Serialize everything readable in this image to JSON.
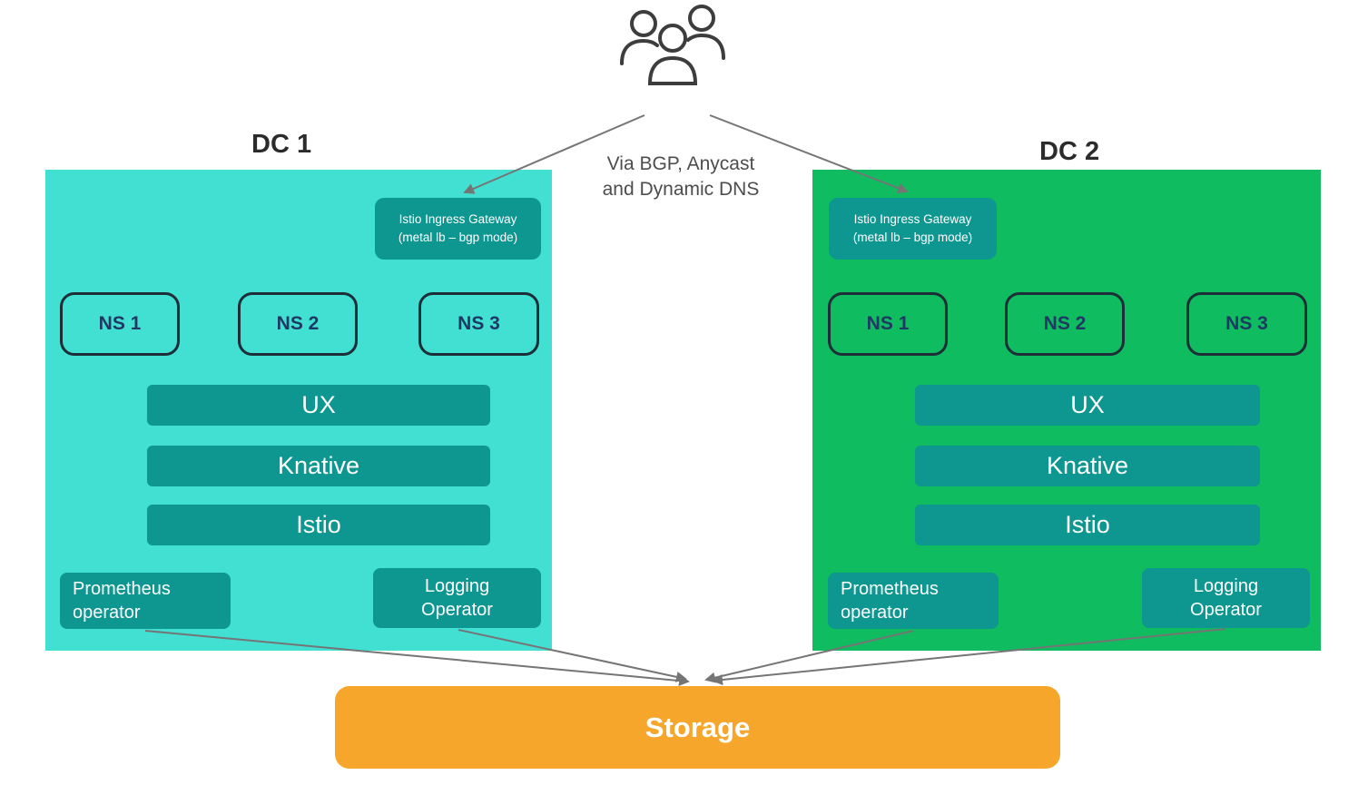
{
  "note": {
    "line1": "Via BGP, Anycast",
    "line2": "and Dynamic DNS"
  },
  "storage": {
    "label": "Storage"
  },
  "dc1": {
    "title": "DC 1",
    "gateway_label": "Istio Ingress Gateway (metal lb – bgp mode)",
    "namespaces": [
      "NS 1",
      "NS 2",
      "NS 3"
    ],
    "layers": [
      "UX",
      "Knative",
      "Istio"
    ],
    "prometheus_label": "Prometheus operator",
    "logging_label": "Logging Operator"
  },
  "dc2": {
    "title": "DC 2",
    "gateway_label": "Istio Ingress Gateway (metal lb – bgp mode)",
    "namespaces": [
      "NS 1",
      "NS 2",
      "NS 3"
    ],
    "layers": [
      "UX",
      "Knative",
      "Istio"
    ],
    "prometheus_label": "Prometheus operator",
    "logging_label": "Logging Operator"
  },
  "icons": {
    "users": "users-icon"
  },
  "colors": {
    "dc1_bg": "#42E0D3",
    "dc2_bg": "#0FBC5F",
    "inner_teal": "#0E9690",
    "storage_orange": "#F5A62B",
    "ns_text": "#1F3864",
    "arrow_gray": "#757575"
  }
}
